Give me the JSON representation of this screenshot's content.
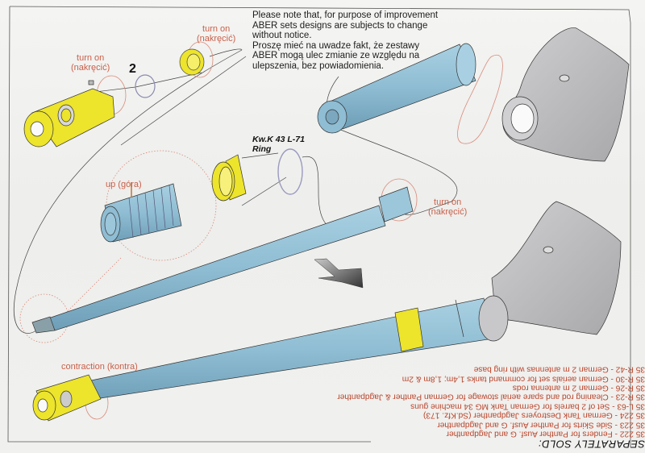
{
  "notice": {
    "lines": [
      "Please note that, for purpose of improvement",
      "ABER sets designs are subjects to change",
      "without notice.",
      "Proszę mieć na uwadze fakt, że zestawy",
      "ABER mogą ulec zmianie ze względu na",
      "ulepszenia, bez powiadomienia."
    ]
  },
  "labels": {
    "turn_on_brake": [
      "turn on",
      "(nakręcić)"
    ],
    "turn_on_nut": [
      "turn on",
      "(nakręcić)"
    ],
    "turn_on_barrel": [
      "turn on",
      "(nakręcić)"
    ],
    "part_number": "2",
    "ring_label": [
      "Kw.K 43 L-71",
      "Ring"
    ],
    "up_label": "up (góra)",
    "contraction_label": "contraction (kontra)"
  },
  "colors": {
    "brass_yellow": "#ede42c",
    "barrel_blue": "#8fbdd3",
    "mantlet_gray": "#b9b9bb",
    "annotation_red": "#c9604a",
    "text_red": "#b9442a"
  },
  "separately_sold": {
    "title": "SEPARATELY SOLD:",
    "items": [
      "35 222 - Fenders for Panther Ausf. G and Jagdpanther",
      "35 223 - Side Skirts for Panther Ausf. G and Jagdpanther",
      "35 224 - German Tank Destroyers Jagdpanther (Sd.Kfz. 173)",
      "35 L-63  - Set of 2 barrels for German Tank MG 34 machine guns",
      "35 R-23 - Cleaning rod and spare aerial stowage for German Panther & Jagdpanther",
      "35 R-26 - German 2 m antenna rods",
      "35 R-30 - German aerials set for command tanks 1,4m; 1,8m & 2m",
      "35 R-42 - German 2 m antennas with ring base"
    ]
  }
}
